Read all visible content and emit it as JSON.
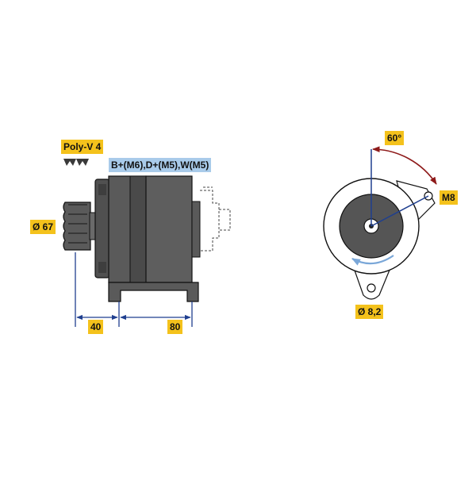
{
  "colors": {
    "label_bg": "#f4c21c",
    "connector_bg": "#a9cbea",
    "body_dark": "#555555",
    "body_darker": "#3e3e3e",
    "outline": "#111111",
    "dimension_line": "#1f3f8f",
    "angle_arc": "#8e1a1a",
    "rotation_arrow": "#7aa7d8"
  },
  "labels": {
    "pulley_type": "Poly-V 4",
    "connectors": "B+(M6),D+(M5),W(M5)",
    "pulley_diameter": "Ø 67",
    "dim_left": "40",
    "dim_right": "80",
    "angle": "60°",
    "thread": "M8",
    "hole_diameter": "Ø 8,2"
  },
  "icons": {
    "pulley_grooves": "poly-v-groove-icon",
    "rotation": "rotation-direction-arrow-icon"
  }
}
